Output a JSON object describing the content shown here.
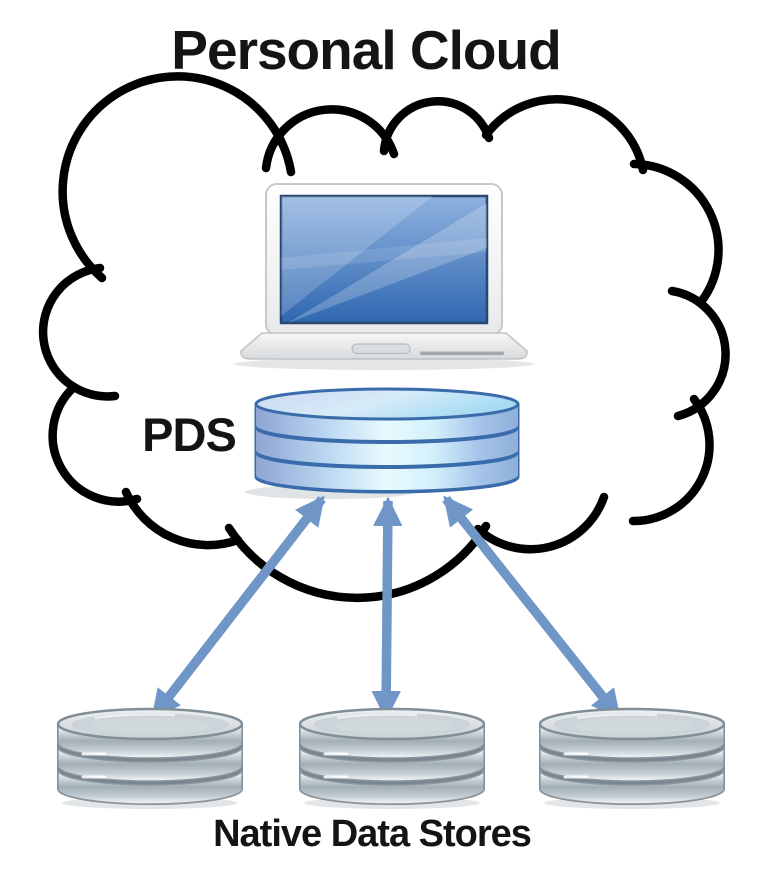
{
  "diagram": {
    "title": "Personal Cloud",
    "pds_label": "PDS",
    "bottom_label": "Native Data Stores",
    "nodes": [
      {
        "id": "personal-cloud",
        "type": "cloud-outline",
        "label": "Personal Cloud"
      },
      {
        "id": "laptop",
        "type": "computer",
        "inside": "personal-cloud"
      },
      {
        "id": "pds",
        "type": "database-cylinder",
        "label": "PDS",
        "color": "blue",
        "inside": "personal-cloud"
      },
      {
        "id": "native-store-1",
        "type": "database-cylinder",
        "color": "gray",
        "group_label": "Native Data Stores"
      },
      {
        "id": "native-store-2",
        "type": "database-cylinder",
        "color": "gray",
        "group_label": "Native Data Stores"
      },
      {
        "id": "native-store-3",
        "type": "database-cylinder",
        "color": "gray",
        "group_label": "Native Data Stores"
      }
    ],
    "edges": [
      {
        "from": "pds",
        "to": "native-store-1",
        "style": "double-headed-arrow"
      },
      {
        "from": "pds",
        "to": "native-store-2",
        "style": "double-headed-arrow"
      },
      {
        "from": "pds",
        "to": "native-store-3",
        "style": "double-headed-arrow"
      }
    ],
    "colors": {
      "background": "#ffffff",
      "cloud_outline": "#000000",
      "arrow": "#6f96c6",
      "pds_stroke": "#3a6cab",
      "pds_fill_light": "#e8fbfe",
      "pds_fill_dark": "#8fa5d3",
      "store_stroke": "#7b858d",
      "store_fill_mid": "#a2aeb7",
      "laptop_screen": "#3f74b8",
      "label_text": "#141414"
    }
  }
}
